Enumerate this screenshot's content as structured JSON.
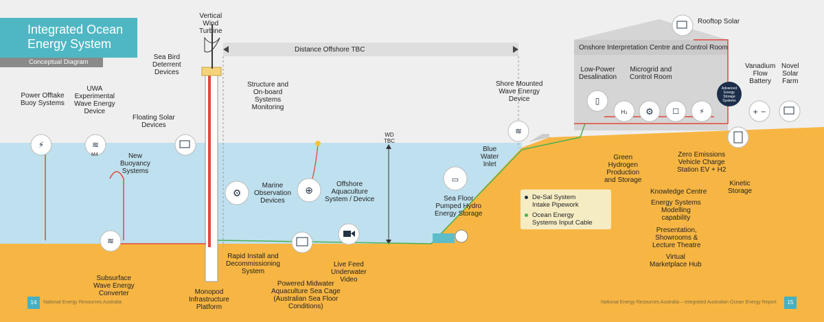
{
  "title": "Integrated Ocean\nEnergy System",
  "subtitle": "Conceptual Diagram",
  "distance_label": "Distance Offshore TBC",
  "depth_label": "WD\nTBC",
  "onshore_title": "Onshore Interpretation Centre and Control Room",
  "rooftop_label": "Rooftop Solar",
  "labels": {
    "power_offtake": "Power Offtake\nBuoy Systems",
    "uwa_device": "UWA\nExperimental\nWave Energy\nDevice",
    "m4_tag": "M4",
    "floating_solar": "Floating Solar\nDevices",
    "new_buoyancy": "New\nBuoyancy\nSystems",
    "wind_turbine": "Vertical\nWind\nTurbine",
    "sea_bird": "Sea Bird\nDeterrent\nDevices",
    "structure_monitoring": "Structure and\nOn-board\nSystems\nMonitoring",
    "marine_observation": "Marine\nObservation\nDevices",
    "offshore_aquaculture": "Offshore\nAquaculture\nSystem / Device",
    "sea_floor_hydro": "Sea Floor\nPumped Hydro\nEnergy Storage",
    "blue_water_inlet": "Blue\nWater\nInlet",
    "shore_wave": "Shore Mounted\nWave Energy\nDevice",
    "low_power_desal": "Low-Power\nDesalination",
    "microgrid": "Microgrid and\nControl Room",
    "advanced_storage": "Advanced\nEnergy\nStorage\nSystems",
    "vanadium": "Vanadium\nFlow\nBattery",
    "novel_solar": "Novel\nSolar\nFarm",
    "green_hydrogen": "Green\nHydrogen\nProduction\nand Storage",
    "zero_emissions": "Zero Emissions\nVehicle Charge\nStation EV + H2",
    "kinetic_storage": "Kinetic\nStorage",
    "knowledge_centre": "Knowledge Centre",
    "energy_modelling": "Energy Systems\nModelling\ncapability",
    "presentation": "Presentation,\nShowrooms &\nLecture Theatre",
    "virtual_hub": "Virtual\nMarketplace Hub",
    "subsurface_wave": "Subsurface\nWave Energy\nConverter",
    "rapid_install": "Rapid Install and\nDecommissioning\nSystem",
    "monopod": "Monopod\nInfrastructure\nPlatform",
    "midwater_cage": "Powered Midwater\nAquaculture Sea Cage\n(Australian Sea Floor\nConditions)",
    "live_feed": "Live Feed\nUnderwater\nVideo"
  },
  "legend": {
    "desal_pipe": "De-Sal System\nIntake Pipework",
    "energy_cable": "Ocean Energy\nSystems Input Cable"
  },
  "footer": {
    "left_page": "14",
    "left_text": "National Energy Resources Australia",
    "right_text": "National Energy Resources Australia – Integrated Australian Ocean Energy Report",
    "right_page": "15"
  },
  "colors": {
    "sky": "#efefef",
    "sea": "#bfe0ee",
    "seabed": "#f7b643",
    "accent": "#4fb7c4",
    "cable_red": "#e0473a",
    "cable_green": "#4caf50",
    "building": "#d5d5d5"
  }
}
